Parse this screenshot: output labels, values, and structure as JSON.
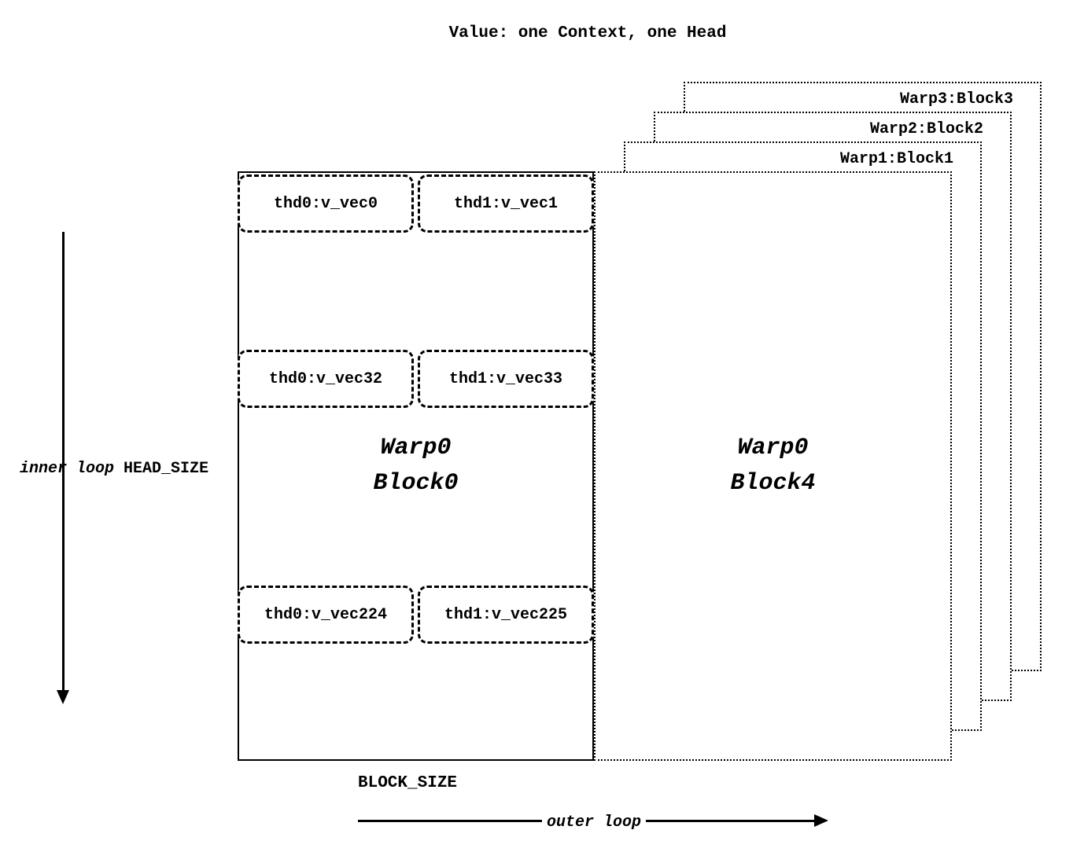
{
  "title": "Value: one Context, one Head",
  "diagram": {
    "block0": {
      "line1": "Warp0",
      "line2": "Block0"
    },
    "block4": {
      "line1": "Warp0",
      "line2": "Block4"
    },
    "sheets": [
      {
        "label": "Warp1:Block1"
      },
      {
        "label": "Warp2:Block2"
      },
      {
        "label": "Warp3:Block3"
      }
    ],
    "thread_rows": [
      {
        "left": "thd0:v_vec0",
        "right": "thd1:v_vec1"
      },
      {
        "left": "thd0:v_vec32",
        "right": "thd1:v_vec33"
      },
      {
        "left": "thd0:v_vec224",
        "right": "thd1:v_vec225"
      }
    ],
    "labels": {
      "inner_loop": "inner loop",
      "head_size": "HEAD_SIZE",
      "block_size": "BLOCK_SIZE",
      "outer_loop": "outer loop"
    }
  }
}
